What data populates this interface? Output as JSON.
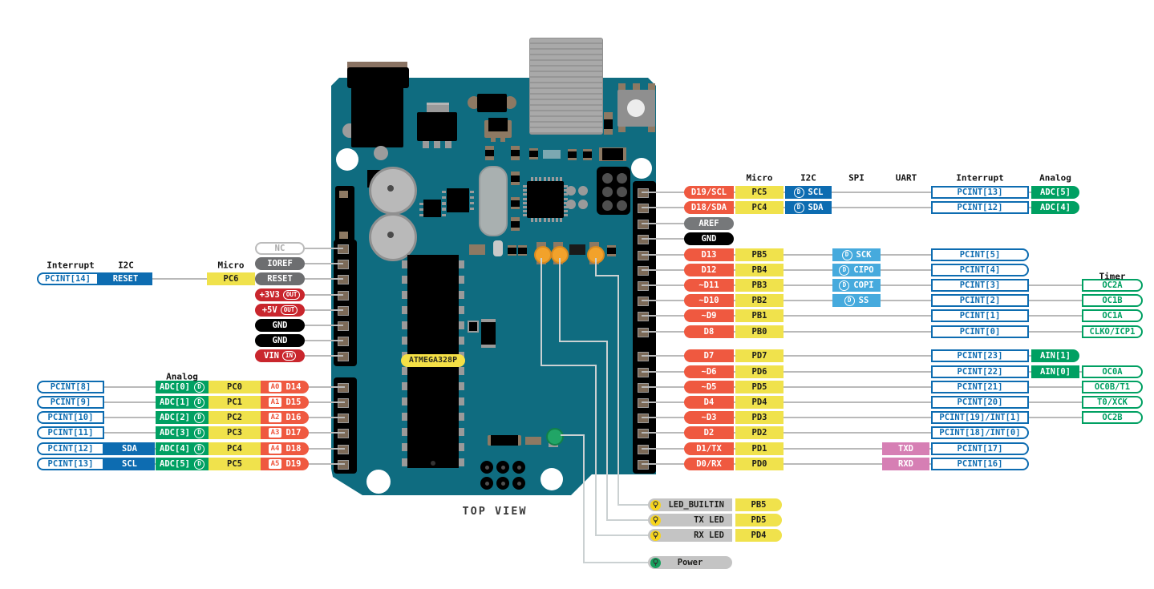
{
  "title": "TOP VIEW",
  "board": {
    "chip_label": "ATMEGA328P"
  },
  "icons": {
    "d_badge": "D",
    "led_icon": "led-bulb-icon",
    "power_led_icon": "led-bulb-icon"
  },
  "colors": {
    "pcb": "#0f6c80",
    "orange": "#ef5940",
    "yellow": "#f0e24c",
    "blue": "#0d6cb1",
    "lightblue": "#46aadd",
    "green": "#00a062",
    "pink": "#d67fb4",
    "red": "#c9262d",
    "gray": "#6d6e70",
    "black": "#000000",
    "lightgray": "#c4c4c4",
    "nc_gray": "#a9a9a9",
    "leader_line": "#b9b9b9",
    "pcb_trace": "#cbd1d2",
    "yellow_text": "#1d1d1b",
    "led_yellow": "#f7d51e",
    "led_green": "#17a05e"
  },
  "headers": {
    "micro": "Micro",
    "i2c": "I2C",
    "spi": "SPI",
    "uart": "UART",
    "interrupt": "Interrupt",
    "analog": "Analog",
    "timer": "Timer"
  },
  "right_rows": [
    {
      "pin": "D19/SCL",
      "port": "PC5",
      "i2c": "SCL",
      "pcint": "PCINT[13]",
      "adc": "ADC[5]"
    },
    {
      "pin": "D18/SDA",
      "port": "PC4",
      "i2c": "SDA",
      "pcint": "PCINT[12]",
      "adc": "ADC[4]"
    },
    {
      "pin": "AREF",
      "style": "gray"
    },
    {
      "pin": "GND",
      "style": "black"
    },
    {
      "pin": "D13",
      "port": "PB5",
      "spi": "SCK",
      "pcint": "PCINT[5]",
      "pcint_end": true
    },
    {
      "pin": "D12",
      "port": "PB4",
      "spi": "CIPO",
      "pcint": "PCINT[4]",
      "pcint_end": true
    },
    {
      "pin": "~D11",
      "port": "PB3",
      "spi": "COPI",
      "pcint": "PCINT[3]",
      "timer": "OC2A"
    },
    {
      "pin": "~D10",
      "port": "PB2",
      "spi": "SS",
      "pcint": "PCINT[2]",
      "timer": "OC1B"
    },
    {
      "pin": "~D9",
      "port": "PB1",
      "pcint": "PCINT[1]",
      "timer": "OC1A"
    },
    {
      "pin": "D8",
      "port": "PB0",
      "pcint": "PCINT[0]",
      "timer": "CLKO/ICP1"
    },
    {
      "pin": "D7",
      "port": "PD7",
      "pcint": "PCINT[23]",
      "ain": "AIN[1]",
      "ain_end": true
    },
    {
      "pin": "~D6",
      "port": "PD6",
      "pcint": "PCINT[22]",
      "ain": "AIN[0]",
      "timer": "OC0A"
    },
    {
      "pin": "~D5",
      "port": "PD5",
      "pcint": "PCINT[21]",
      "timer": "OC0B/T1"
    },
    {
      "pin": "D4",
      "port": "PD4",
      "pcint": "PCINT[20]",
      "timer": "T0/XCK"
    },
    {
      "pin": "~D3",
      "port": "PD3",
      "pcint": "PCINT[19]/INT[1]",
      "timer": "OC2B"
    },
    {
      "pin": "D2",
      "port": "PD2",
      "pcint": "PCINT[18]/INT[0]",
      "pcint_end": true
    },
    {
      "pin": "D1/TX",
      "port": "PD1",
      "uart": "TXD",
      "pcint": "PCINT[17]",
      "pcint_end": true
    },
    {
      "pin": "D0/RX",
      "port": "PD0",
      "uart": "RXD",
      "pcint": "PCINT[16]",
      "pcint_end": true
    }
  ],
  "left_power_pins": [
    {
      "label": "NC",
      "style": "nc"
    },
    {
      "label": "IOREF",
      "style": "gray"
    },
    {
      "label": "RESET",
      "style": "gray"
    },
    {
      "label": "+3V3",
      "style": "red",
      "badge": "OUT"
    },
    {
      "label": "+5V",
      "style": "red",
      "badge": "OUT"
    },
    {
      "label": "GND",
      "style": "black"
    },
    {
      "label": "GND",
      "style": "black"
    },
    {
      "label": "VIN",
      "style": "red",
      "badge": "IN"
    }
  ],
  "left_reset_row": {
    "pcint": "PCINT[14]",
    "i2c": "RESET",
    "micro": "PC6"
  },
  "left_analog_rows": [
    {
      "pcint": "PCINT[8]",
      "adc": "ADC[0]",
      "port": "PC0",
      "a": "A0",
      "d": "D14"
    },
    {
      "pcint": "PCINT[9]",
      "adc": "ADC[1]",
      "port": "PC1",
      "a": "A1",
      "d": "D15"
    },
    {
      "pcint": "PCINT[10]",
      "adc": "ADC[2]",
      "port": "PC2",
      "a": "A2",
      "d": "D16"
    },
    {
      "pcint": "PCINT[11]",
      "adc": "ADC[3]",
      "port": "PC3",
      "a": "A3",
      "d": "D17"
    },
    {
      "pcint": "PCINT[12]",
      "i2c": "SDA",
      "adc": "ADC[4]",
      "port": "PC4",
      "a": "A4",
      "d": "D18"
    },
    {
      "pcint": "PCINT[13]",
      "i2c": "SCL",
      "adc": "ADC[5]",
      "port": "PC5",
      "a": "A5",
      "d": "D19"
    }
  ],
  "bottom_leds": [
    {
      "label": "LED_BUILTIN",
      "port": "PB5"
    },
    {
      "label": "TX LED",
      "port": "PD5"
    },
    {
      "label": "RX LED",
      "port": "PD4"
    }
  ],
  "power_label": {
    "label": "Power"
  }
}
